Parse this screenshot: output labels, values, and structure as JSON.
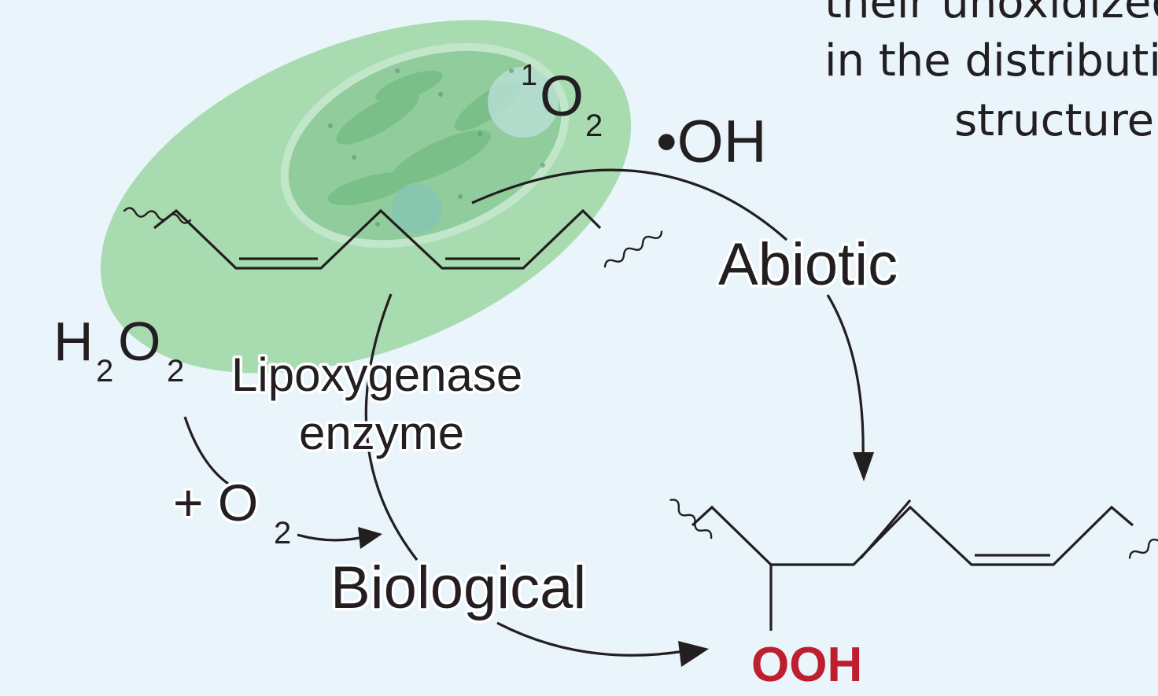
{
  "caption_lines": [
    "their unoxidized",
    "in the distributi",
    "structure"
  ],
  "labels": {
    "singlet_oxygen_super": "1",
    "singlet_oxygen_base": "O",
    "singlet_oxygen_sub": "2",
    "hydroxyl_radical": "•OH",
    "abiotic": "Abiotic",
    "h2o2_h": "H",
    "h2o2_sub1": "2",
    "h2o2_o": "O",
    "h2o2_sub2": "2",
    "lipoxygenase_line1": "Lipoxygenase",
    "lipoxygenase_line2": "enzyme",
    "plus_o2_prefix": "+ O",
    "plus_o2_sub": "2",
    "biological": "Biological",
    "hydroperoxide_group": "OOH"
  },
  "colors": {
    "background": "#e9f5fb",
    "chloroplast": "#a8dcb0",
    "ink": "#231f20",
    "hydroperoxide": "#be1e2d"
  }
}
